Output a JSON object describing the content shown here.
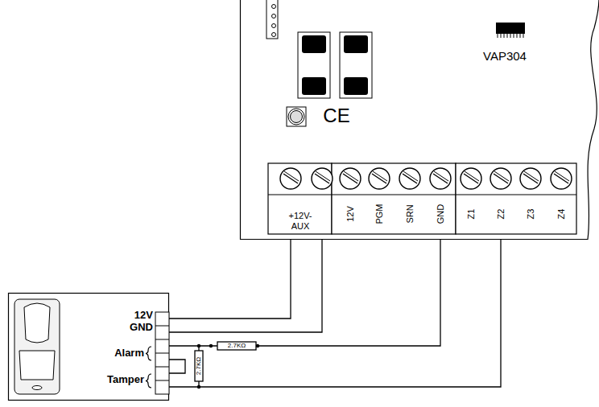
{
  "diagram": {
    "nodes": [
      {
        "text": [
          "VAP304"
        ]
      },
      {
        "text": [
          "12V",
          "GND",
          "Alarm",
          "Tamper"
        ]
      }
    ],
    "edges": [
      {
        "from": 0,
        "to": 1,
        "arrow": "none"
      },
      {
        "from": 0,
        "to": 1,
        "arrow": "none"
      },
      {
        "from": 0,
        "to": 1,
        "arrow": "none"
      },
      {
        "from": 0,
        "to": 1,
        "arrow": "none"
      }
    ],
    "labels": [
      "CE",
      "+12V-",
      "AUX",
      "12V",
      "PGM",
      "SRN",
      "GND",
      "Z1",
      "Z2",
      "Z3",
      "Z4",
      "2.7KΩ",
      "2.7KΩ"
    ]
  }
}
